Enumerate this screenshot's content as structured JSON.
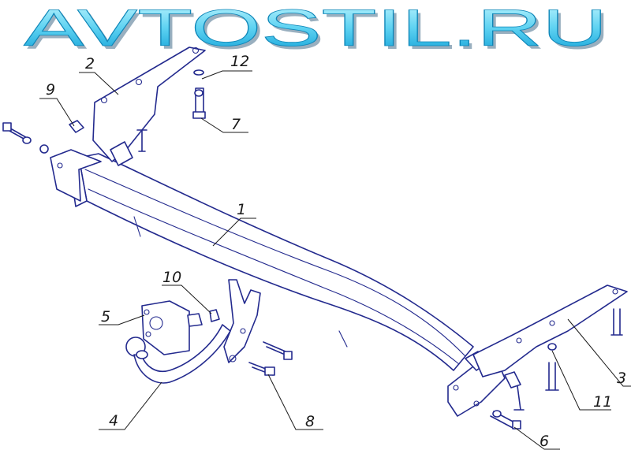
{
  "brand": {
    "text": "AVTOSTIL.RU",
    "colors": {
      "fill_top": "#bff6ff",
      "fill_bottom": "#14b3e8",
      "shadow": "#6a8da3"
    }
  },
  "diagram": {
    "ink_color": "#232a8e",
    "callouts": [
      {
        "id": "1",
        "label": "1"
      },
      {
        "id": "2",
        "label": "2"
      },
      {
        "id": "3",
        "label": "3"
      },
      {
        "id": "4",
        "label": "4"
      },
      {
        "id": "5",
        "label": "5"
      },
      {
        "id": "6",
        "label": "6"
      },
      {
        "id": "7",
        "label": "7"
      },
      {
        "id": "8",
        "label": "8"
      },
      {
        "id": "9",
        "label": "9"
      },
      {
        "id": "10",
        "label": "10"
      },
      {
        "id": "11",
        "label": "11"
      },
      {
        "id": "12",
        "label": "12"
      }
    ]
  }
}
